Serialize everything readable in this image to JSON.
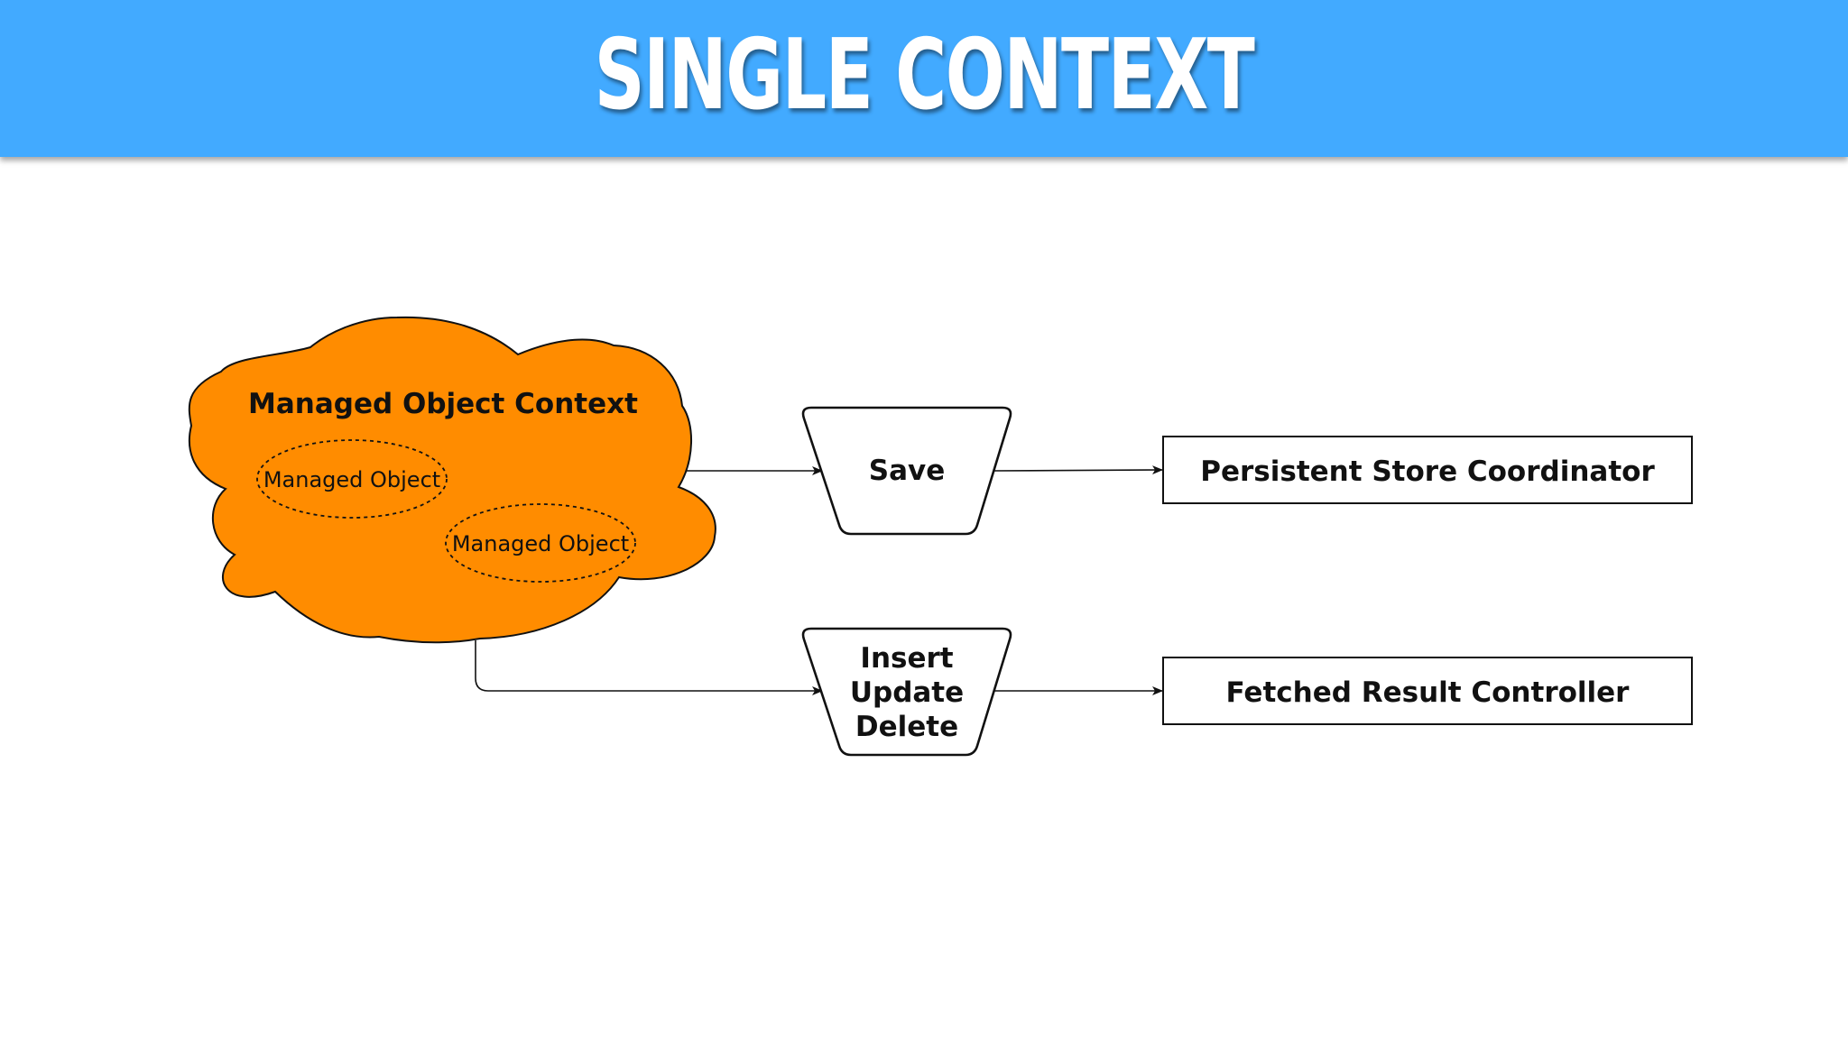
{
  "title": "SINGLE CONTEXT",
  "diagram": {
    "context_label": "Managed Object Context",
    "managed_object_1": "Managed Object",
    "managed_object_2": "Managed Object",
    "save_label": "Save",
    "change_lines": [
      "Insert",
      "Update",
      "Delete"
    ],
    "persistent_store_label": "Persistent Store Coordinator",
    "fetched_results_label": "Fetched Result Controller"
  },
  "colors": {
    "title_bar": "#42aaff",
    "cloud_fill": "#ff8c00",
    "stroke": "#111111"
  }
}
